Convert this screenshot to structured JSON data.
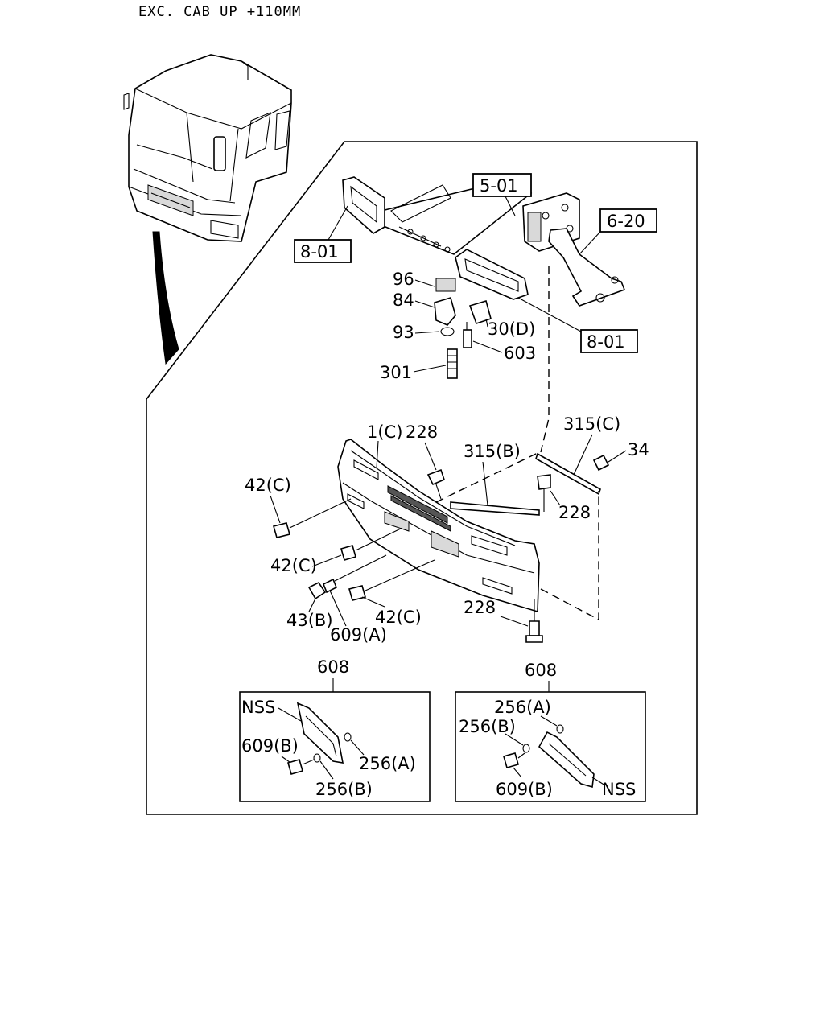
{
  "header": {
    "note": "EXC. CAB UP +110MM"
  },
  "boxed_labels": {
    "frame_top": "5-01",
    "bracket_right": "6-20",
    "guard_left": "8-01",
    "guard_right": "8-01"
  },
  "labels": {
    "l96": "96",
    "l84": "84",
    "l93": "93",
    "l30d": "30(D)",
    "l603": "603",
    "l301": "301",
    "l1c": "1(C)",
    "l228a": "228",
    "l315b": "315(B)",
    "l315c": "315(C)",
    "l34": "34",
    "l42c_a": "42(C)",
    "l228b": "228",
    "l42c_b": "42(C)",
    "l43b": "43(B)",
    "l609a": "609(A)",
    "l42c_c": "42(C)",
    "l228c": "228"
  },
  "inset_left": {
    "title": "608",
    "nss": "NSS",
    "bolt": "609(B)",
    "nut": "256(A)",
    "washer": "256(B)"
  },
  "inset_right": {
    "title": "608",
    "nut": "256(A)",
    "washer": "256(B)",
    "bolt": "609(B)",
    "nss": "NSS"
  }
}
